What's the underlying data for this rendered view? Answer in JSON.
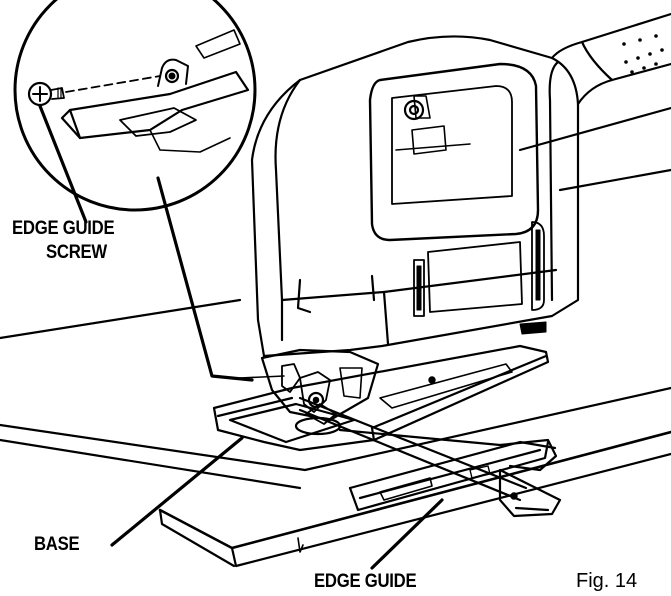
{
  "labels": {
    "edge_guide_screw_line1": "EDGE GUIDE",
    "edge_guide_screw_line2": "SCREW",
    "base": "BASE",
    "edge_guide": "EDGE GUIDE"
  },
  "figure_number": "Fig. 14",
  "colors": {
    "ink": "#000000",
    "paper": "#ffffff"
  }
}
